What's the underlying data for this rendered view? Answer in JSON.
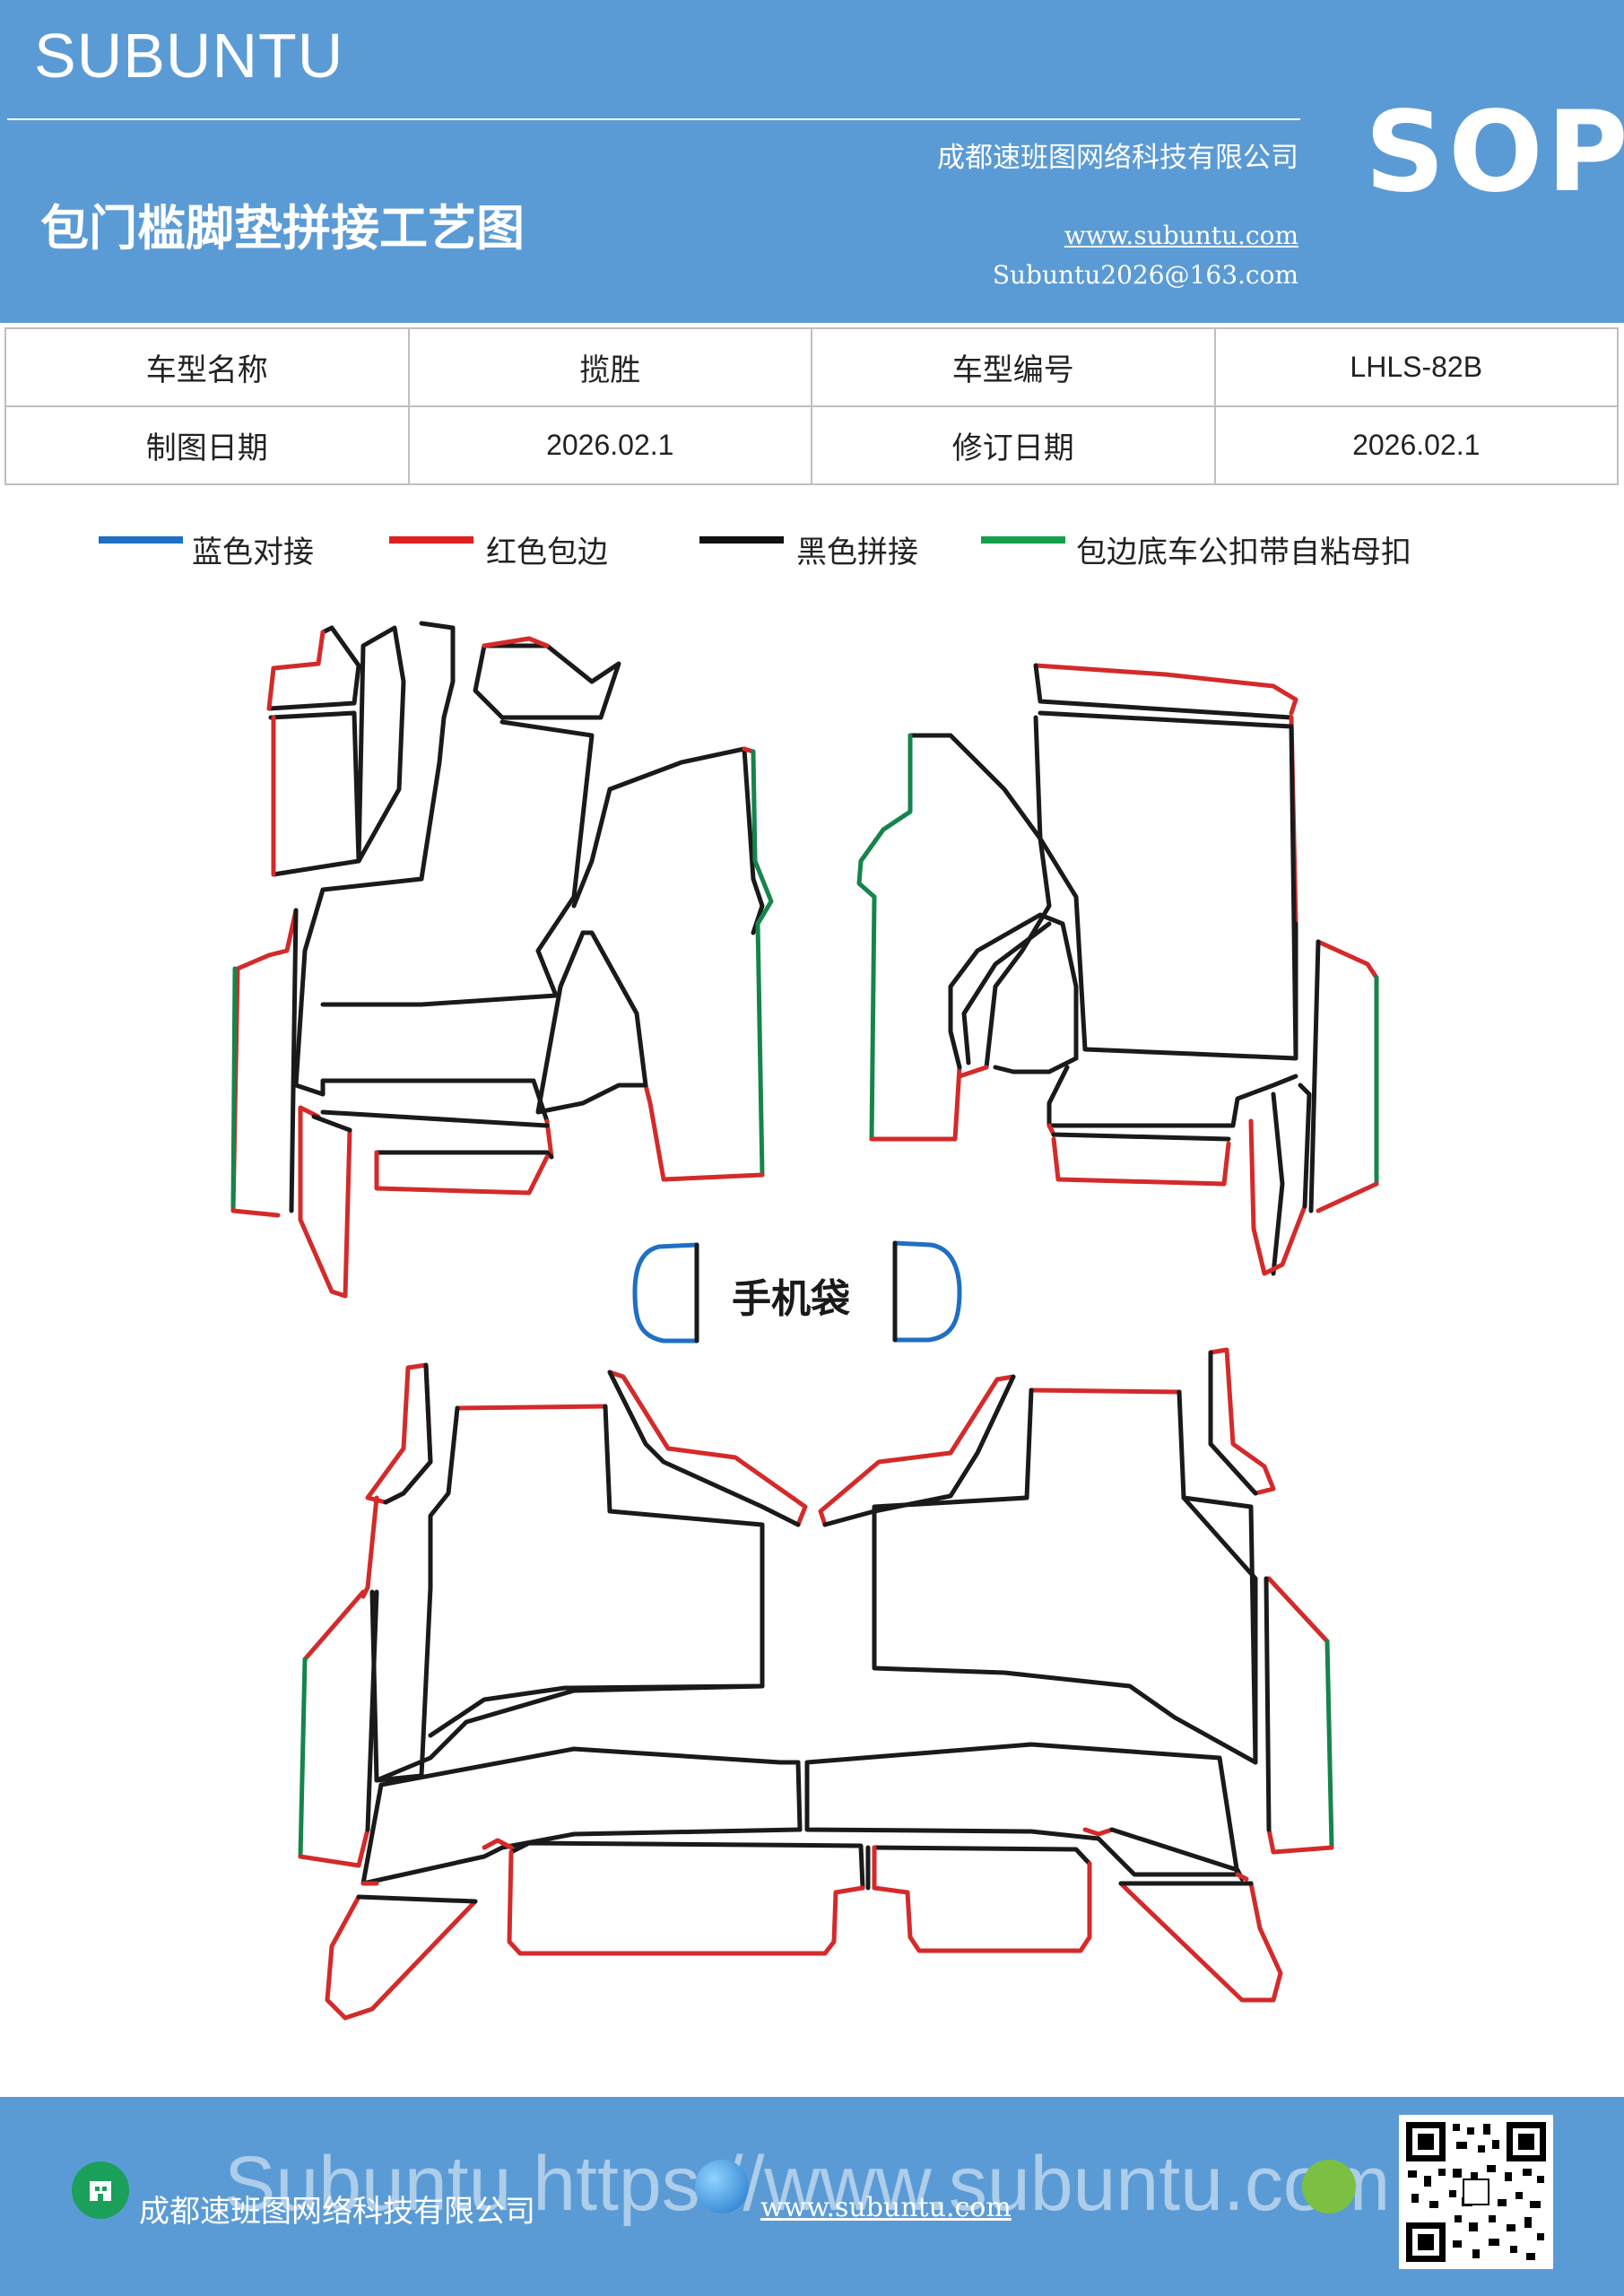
{
  "header": {
    "brand": "SUBUNTU",
    "title": "包门槛脚垫拼接工艺图",
    "company": "成都速班图网络科技有限公司",
    "website": "www.subuntu.com",
    "email": "Subuntu2026@163.com",
    "badge": "SOP",
    "background_color": "#5b9bd5"
  },
  "info_table": {
    "rows": [
      [
        {
          "text": "车型名称",
          "kind": "label"
        },
        {
          "text": "揽胜",
          "kind": "label"
        },
        {
          "text": "车型编号",
          "kind": "label"
        },
        {
          "text": "LHLS-82B",
          "kind": "value"
        }
      ],
      [
        {
          "text": "制图日期",
          "kind": "label"
        },
        {
          "text": "2026.02.1",
          "kind": "value"
        },
        {
          "text": "修订日期",
          "kind": "label"
        },
        {
          "text": "2026.02.1",
          "kind": "value"
        }
      ]
    ]
  },
  "legend": [
    {
      "label": "蓝色对接",
      "color": "#1f6fc5"
    },
    {
      "label": "红色包边",
      "color": "#e02020"
    },
    {
      "label": "黑色拼接",
      "color": "#111111"
    },
    {
      "label": "包边底车公扣带自粘母扣",
      "color": "#12a04a"
    }
  ],
  "diagram": {
    "phone_pocket_label": "手机袋",
    "colors": {
      "blue": "#1f6fc5",
      "red": "#d42a2a",
      "black": "#1a1a1a",
      "green": "#15854a"
    }
  },
  "footer": {
    "company": "成都速班图网络科技有限公司",
    "website": "www.subuntu.com",
    "watermark": "Subuntu https://www.subuntu.com",
    "background_color": "#5b9bd5"
  }
}
